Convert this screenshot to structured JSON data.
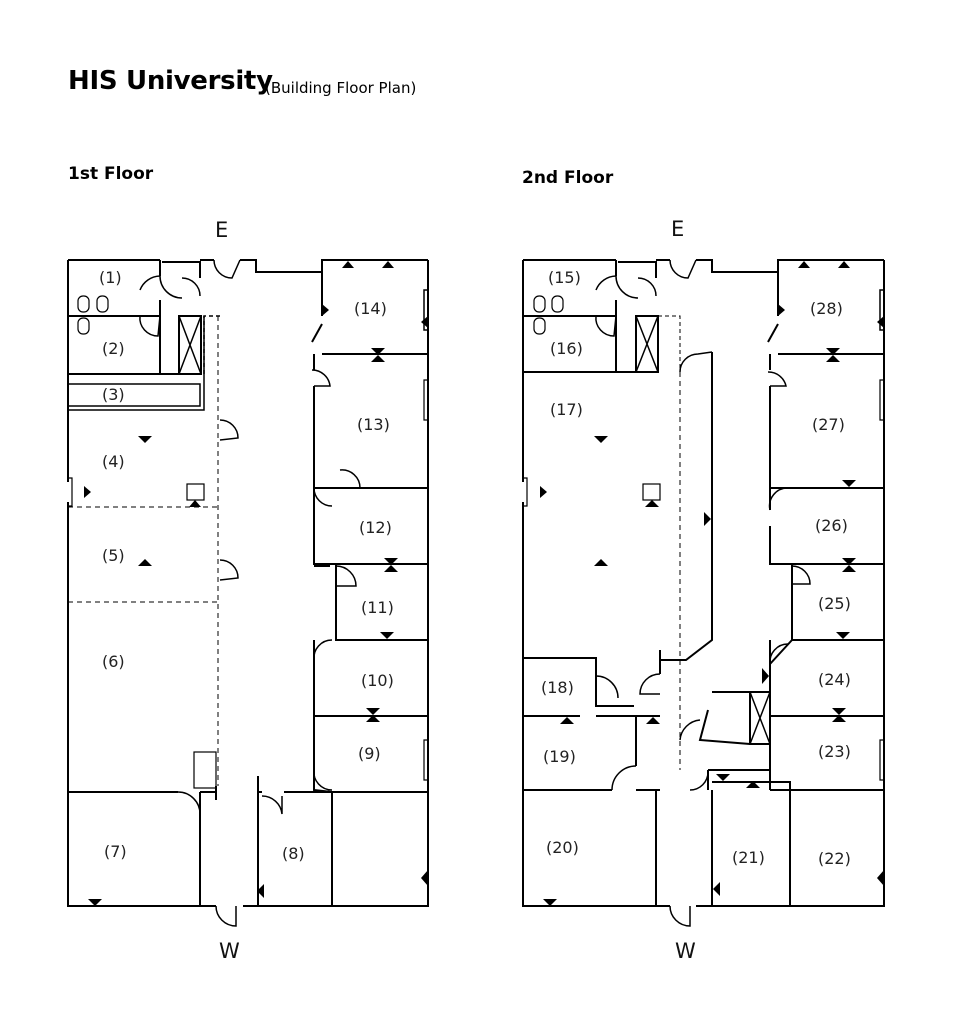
{
  "header": {
    "title": "HIS University",
    "subtitle": "(Building Floor Plan)"
  },
  "floors": [
    {
      "label": "1st Floor",
      "entrance_top": "E",
      "entrance_bottom": "W",
      "rooms": [
        "(1)",
        "(2)",
        "(3)",
        "(4)",
        "(5)",
        "(6)",
        "(7)",
        "(8)",
        "(9)",
        "(10)",
        "(11)",
        "(12)",
        "(13)",
        "(14)"
      ]
    },
    {
      "label": "2nd Floor",
      "entrance_top": "E",
      "entrance_bottom": "W",
      "rooms": [
        "(15)",
        "(16)",
        "(17)",
        "(18)",
        "(19)",
        "(20)",
        "(21)",
        "(22)",
        "(23)",
        "(24)",
        "(25)",
        "(26)",
        "(27)",
        "(28)"
      ]
    }
  ],
  "icons": {
    "door": "door-swing-icon",
    "stairs": "stairs-icon",
    "marker": "triangle-marker-icon",
    "toilet": "toilet-icon"
  }
}
